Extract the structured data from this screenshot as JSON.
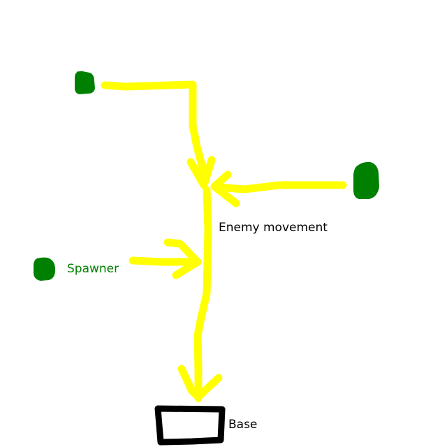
{
  "labels": {
    "enemy_movement": "Enemy movement",
    "spawner": "Spawner",
    "base": "Base"
  },
  "colors": {
    "background": "#ffffff",
    "path": "#ffff00",
    "spawner": "#008000",
    "base_outline": "#000000",
    "label_text": "#000000",
    "spawner_label_text": "#008000"
  },
  "spawners": [
    {
      "id": "spawner-top-left"
    },
    {
      "id": "spawner-right"
    },
    {
      "id": "spawner-left"
    }
  ],
  "base": {
    "id": "base"
  }
}
